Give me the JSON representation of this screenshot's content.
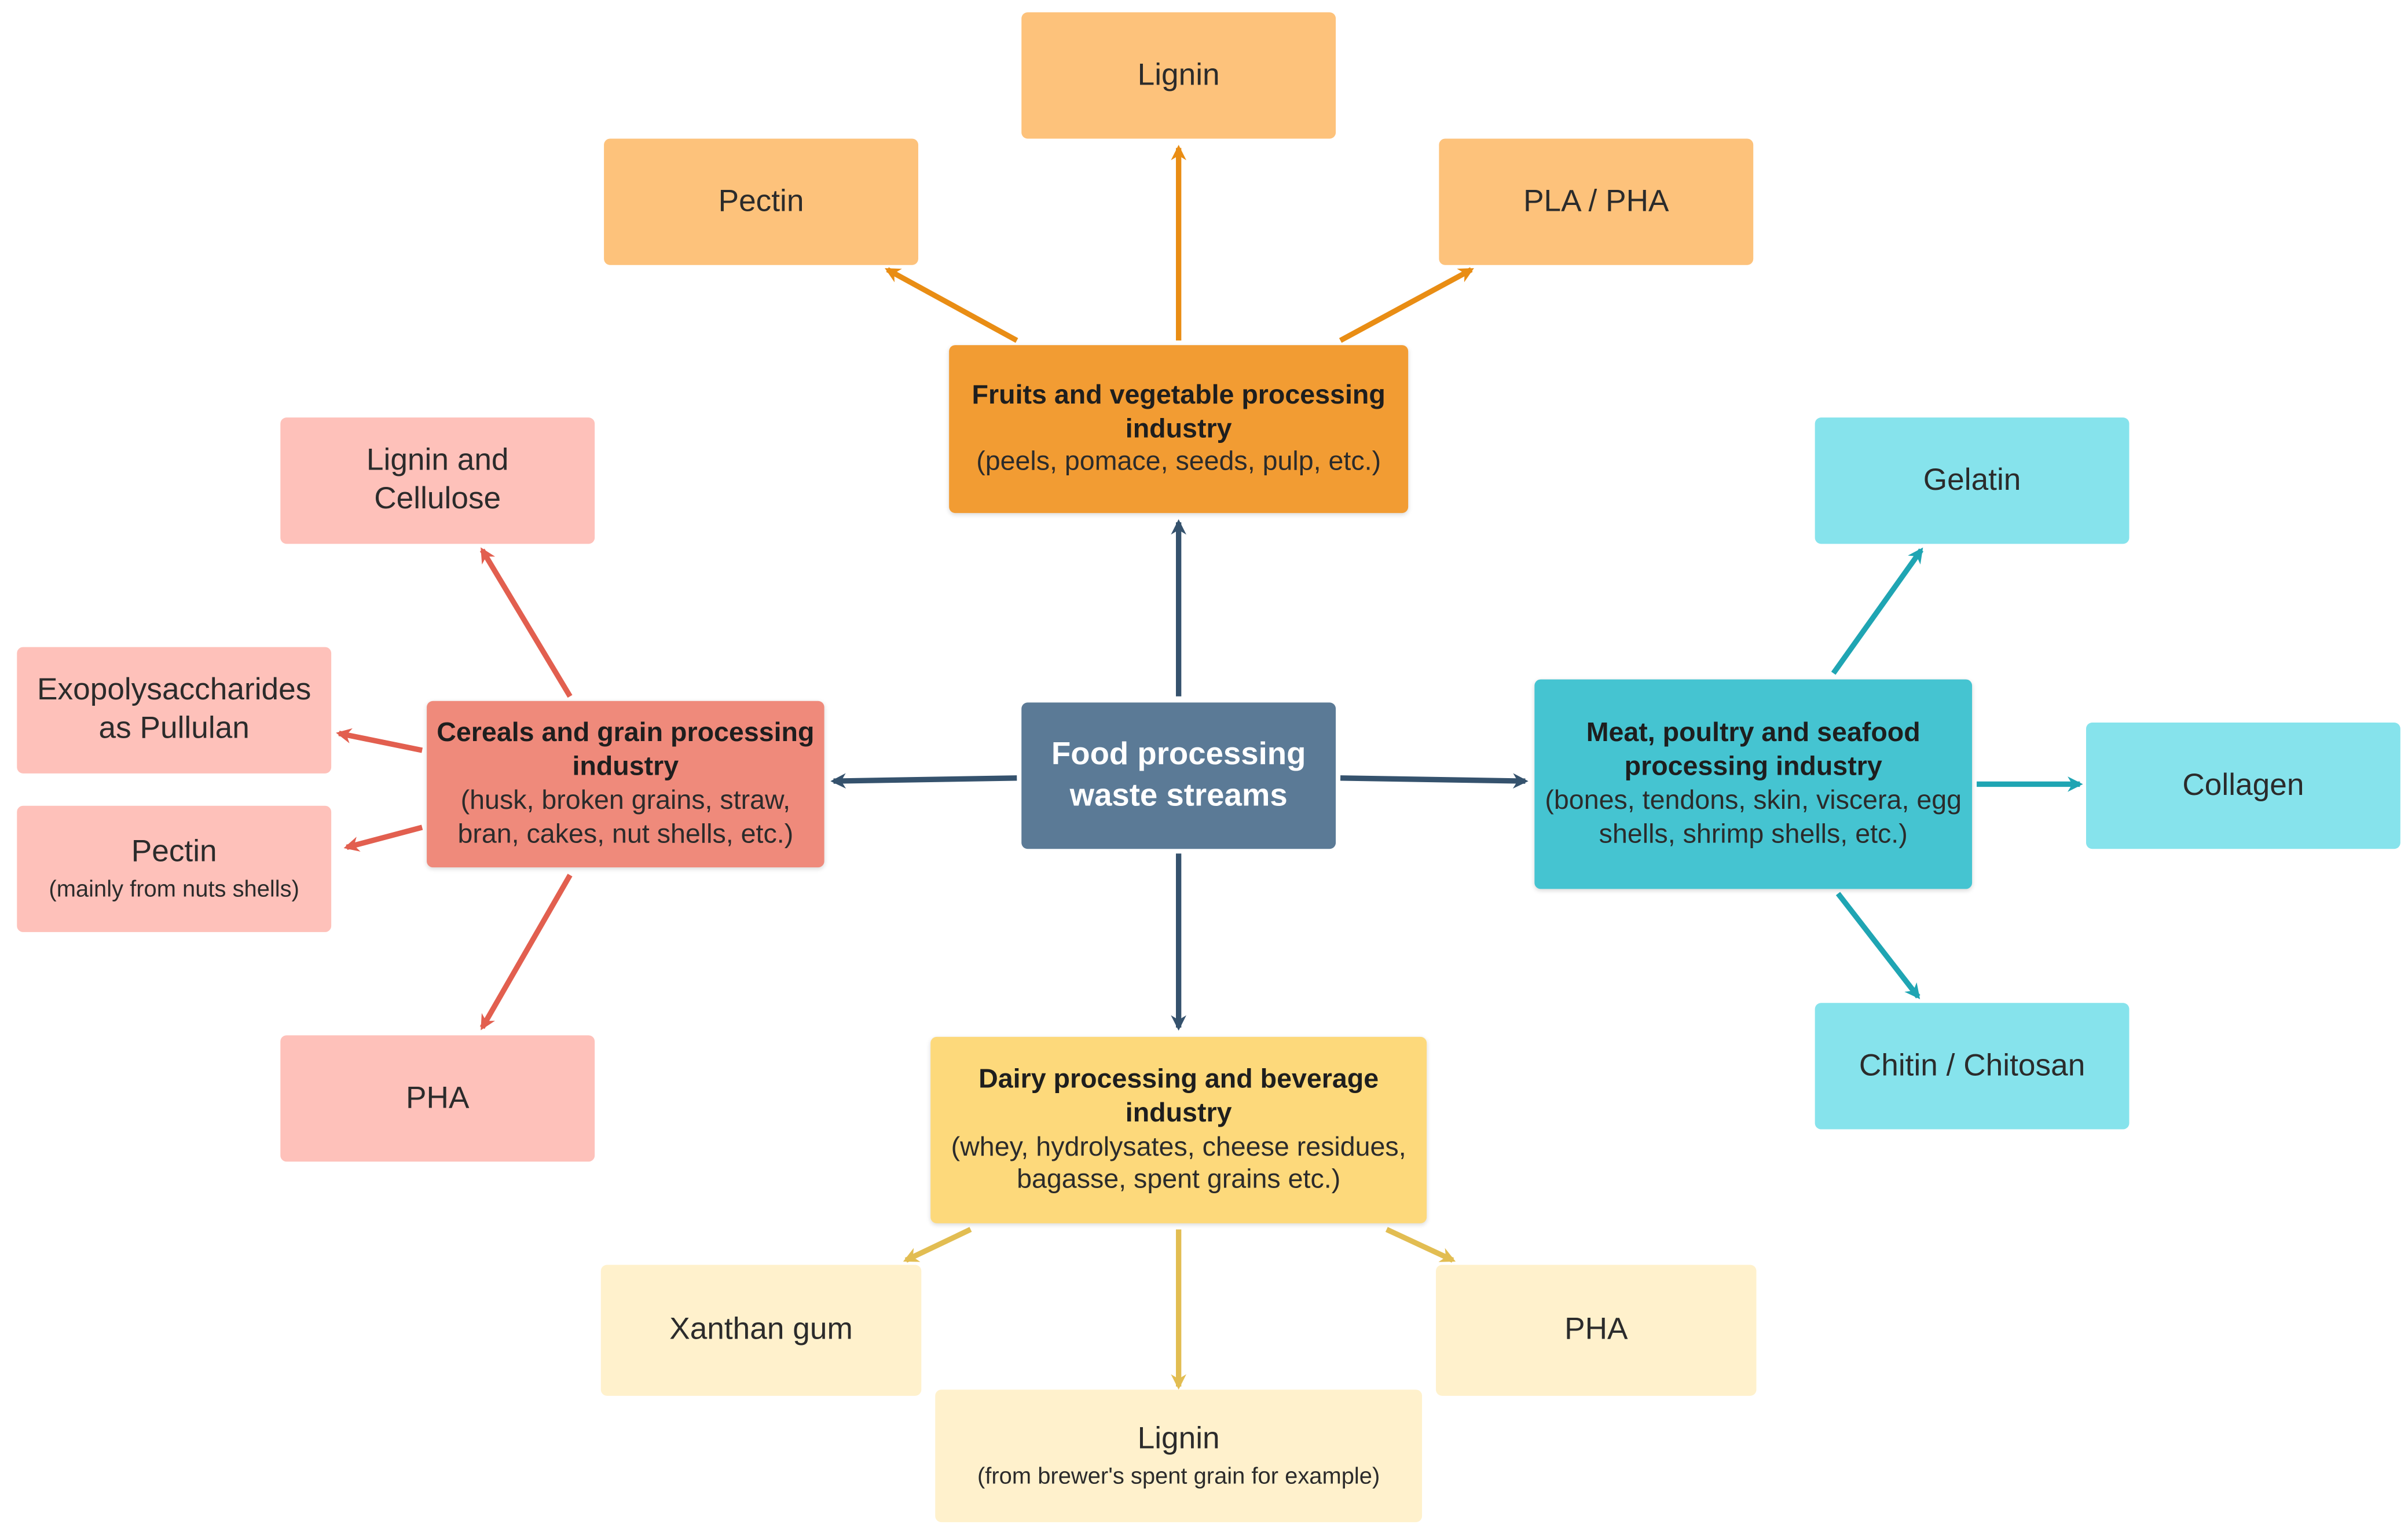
{
  "colors": {
    "center": "#5b7a96",
    "fruit_hub": "#f29c33",
    "fruit_leaf": "#fdc27b",
    "fruit_arrow": "#e98d14",
    "cereal_hub": "#ef8a7b",
    "cereal_leaf": "#fec1ba",
    "cereal_arrow": "#e25f4f",
    "meat_hub": "#45c4d1",
    "meat_leaf": "#86e3ec",
    "meat_arrow": "#1fa5b3",
    "dairy_hub": "#fdd97b",
    "dairy_leaf": "#fff1cc",
    "dairy_arrow": "#e2bd52",
    "center_arrow": "#35526d"
  },
  "center": {
    "line1": "Food processing",
    "line2": "waste streams"
  },
  "fruit": {
    "title": "Fruits and vegetable processing industry",
    "subtitle": "(peels, pomace, seeds, pulp, etc.)",
    "products": {
      "pectin": "Pectin",
      "lignin": "Lignin",
      "pla_pha": "PLA / PHA"
    }
  },
  "cereal": {
    "title": "Cereals and grain processing industry",
    "subtitle": "(husk, broken grains, straw, bran, cakes, nut shells, etc.)",
    "products": {
      "lignin_cellulose_1": "Lignin and",
      "lignin_cellulose_2": "Cellulose",
      "exopoly_1": "Exopolysaccharides",
      "exopoly_2": "as Pullulan",
      "pectin": "Pectin",
      "pectin_note": "(mainly from nuts shells)",
      "pha": "PHA"
    }
  },
  "meat": {
    "title": "Meat, poultry and seafood processing industry",
    "subtitle": "(bones, tendons, skin, viscera, egg shells, shrimp shells, etc.)",
    "products": {
      "gelatin": "Gelatin",
      "collagen": "Collagen",
      "chitin": "Chitin / Chitosan"
    }
  },
  "dairy": {
    "title": "Dairy processing and beverage industry",
    "subtitle": "(whey, hydrolysates, cheese residues, bagasse, spent grains etc.)",
    "products": {
      "xanthan": "Xanthan gum",
      "pha": "PHA",
      "lignin": "Lignin",
      "lignin_note": "(from brewer's spent grain for example)"
    }
  }
}
